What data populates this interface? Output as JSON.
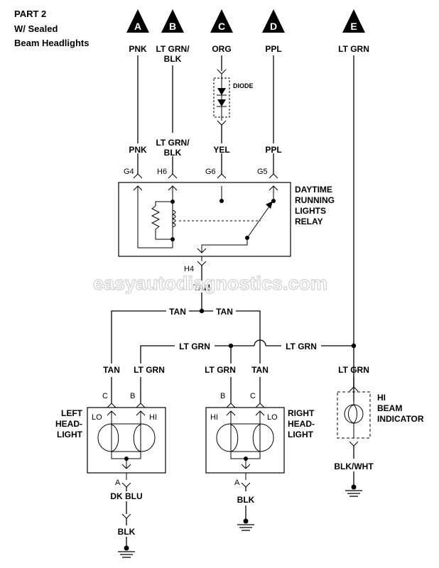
{
  "title": {
    "line1": "PART 2",
    "line2": "W/ Sealed",
    "line3": "Beam Headlights"
  },
  "connectors": [
    {
      "letter": "A",
      "wire": "PNK"
    },
    {
      "letter": "B",
      "wire1": "LT GRN/",
      "wire2": "BLK"
    },
    {
      "letter": "C",
      "wire": "ORG"
    },
    {
      "letter": "D",
      "wire": "PPL"
    },
    {
      "letter": "E",
      "wire": "LT GRN"
    }
  ],
  "diode": {
    "label": "DIODE"
  },
  "relay_input_wires": {
    "g4": "PNK",
    "h6_1": "LT GRN/",
    "h6_2": "BLK",
    "g6": "YEL",
    "g5": "PPL"
  },
  "relay_pins": {
    "g4": "G4",
    "h6": "H6",
    "g6": "G6",
    "g5": "G5",
    "h4": "H4"
  },
  "relay": {
    "line1": "DAYTIME",
    "line2": "RUNNING",
    "line3": "LIGHTS",
    "line4": "RELAY"
  },
  "watermark": "easyautodiagnostics.com",
  "wires": {
    "tan_main": "TAN",
    "tan_left": "TAN",
    "tan_right": "TAN",
    "ltgrn_left": "LT GRN",
    "ltgrn_right": "LT GRN",
    "left_c": "TAN",
    "left_b": "LT GRN",
    "right_b": "LT GRN",
    "right_c": "TAN",
    "indicator": "LT GRN",
    "left_ground_1": "DK BLU",
    "left_ground_2": "BLK",
    "right_ground": "BLK",
    "indicator_ground": "BLK/WHT"
  },
  "left_headlight": {
    "name1": "LEFT",
    "name2": "HEAD-",
    "name3": "LIGHT",
    "pin_c": "C",
    "pin_b": "B",
    "pin_a": "A",
    "lo": "LO",
    "hi": "HI"
  },
  "right_headlight": {
    "name1": "RIGHT",
    "name2": "HEAD-",
    "name3": "LIGHT",
    "pin_b": "B",
    "pin_c": "C",
    "pin_a": "A",
    "hi": "HI",
    "lo": "LO"
  },
  "indicator": {
    "line1": "HI",
    "line2": "BEAM",
    "line3": "INDICATOR"
  }
}
